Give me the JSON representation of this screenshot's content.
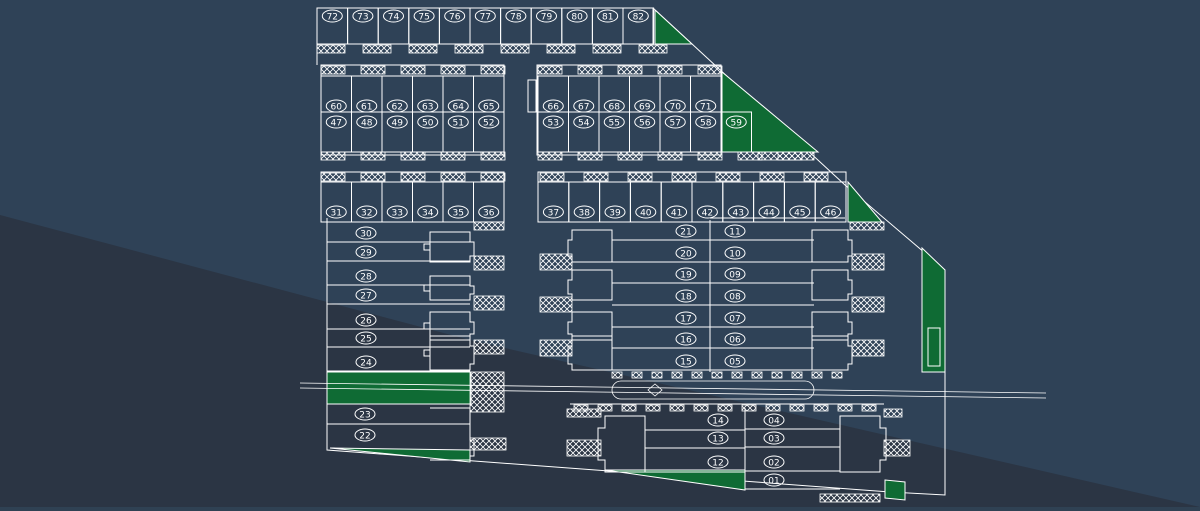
{
  "plan": {
    "colors": {
      "background_top": "#2f4257",
      "background_bottom": "#2b3544",
      "lines": "#ffffff",
      "green": "#0f6b34"
    },
    "icons": [
      "plot-numbers",
      "hatched-buffer-strips",
      "north-road-axis"
    ],
    "top_row": [
      "72",
      "73",
      "74",
      "75",
      "76",
      "77",
      "78",
      "79",
      "80",
      "81",
      "82"
    ],
    "upper_left_row": [
      "60",
      "61",
      "62",
      "63",
      "64",
      "65"
    ],
    "upper_right_row": [
      "66",
      "67",
      "68",
      "69",
      "70",
      "71"
    ],
    "second_left_row": [
      "47",
      "48",
      "49",
      "50",
      "51",
      "52"
    ],
    "second_right_row": [
      "53",
      "54",
      "55",
      "56",
      "57",
      "58",
      "59"
    ],
    "third_left_row": [
      "31",
      "32",
      "33",
      "34",
      "35",
      "36"
    ],
    "third_right_row": [
      "37",
      "38",
      "39",
      "40",
      "41",
      "42",
      "43",
      "44",
      "45",
      "46"
    ],
    "left_column": [
      "30",
      "29",
      "28",
      "27",
      "26",
      "25",
      "24"
    ],
    "lower_left_column": [
      "23",
      "22"
    ],
    "center_column": [
      "21",
      "20",
      "19",
      "18",
      "17",
      "16",
      "15"
    ],
    "right_column": [
      "11",
      "10",
      "09",
      "08",
      "07",
      "06",
      "05"
    ],
    "bottom_center_column": [
      "14",
      "13",
      "12"
    ],
    "bottom_right_column": [
      "04",
      "03",
      "02",
      "01"
    ]
  }
}
